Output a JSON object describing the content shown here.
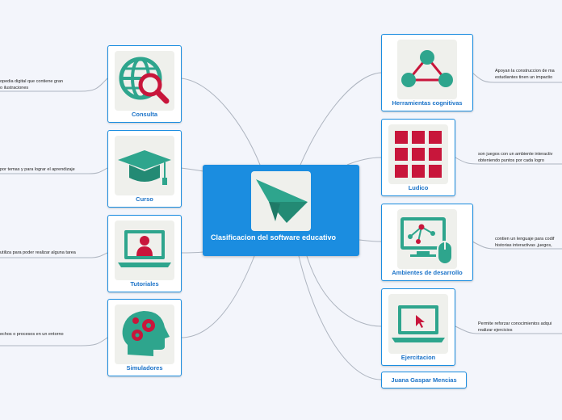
{
  "central": {
    "title": "Clasificacion del software educativo",
    "icon": "paper-plane-icon"
  },
  "left_nodes": [
    {
      "label": "Consulta",
      "icon": "globe-search-icon",
      "description": [
        "opedia digital que contiene gran",
        "o ilustraciones"
      ]
    },
    {
      "label": "Curso",
      "icon": "graduation-cap-icon",
      "description": [
        "por temas y para lograr el aprendizaje"
      ]
    },
    {
      "label": "Tutoriales",
      "icon": "laptop-user-icon",
      "description": [
        "utiliza para poder realizar alguna tarea"
      ]
    },
    {
      "label": "Simuladores",
      "icon": "head-gears-icon",
      "description": [
        "echos o procesos en un entorno"
      ]
    }
  ],
  "right_nodes": [
    {
      "label": "Herramientas cognitivas",
      "icon": "triangle-nodes-icon",
      "description": [
        "Apoyan la construccion de ma",
        "estudiantes tinen un impactio"
      ]
    },
    {
      "label": "Ludico",
      "icon": "grid-squares-icon",
      "description": [
        "son juegos con un ambiente interactiv",
        "obteniendo puntos por cada logro"
      ]
    },
    {
      "label": "Ambientes de desarrollo",
      "icon": "monitor-network-mouse-icon",
      "description": [
        "contien un lenguaje para codif",
        "historias interactivas ,juegos, "
      ]
    },
    {
      "label": "Ejercitacion",
      "icon": "laptop-cursor-icon",
      "description": [
        "Permite reforzar conocimientos adqui",
        "realizar ejercicios"
      ]
    }
  ],
  "author": {
    "label": "Juana Gaspar Mencias"
  },
  "colors": {
    "accent": "#1b8de0",
    "label_text": "#1b73c8",
    "icon_teal": "#2ea58d",
    "icon_red": "#c8163b",
    "connector": "#aeb5c0"
  }
}
